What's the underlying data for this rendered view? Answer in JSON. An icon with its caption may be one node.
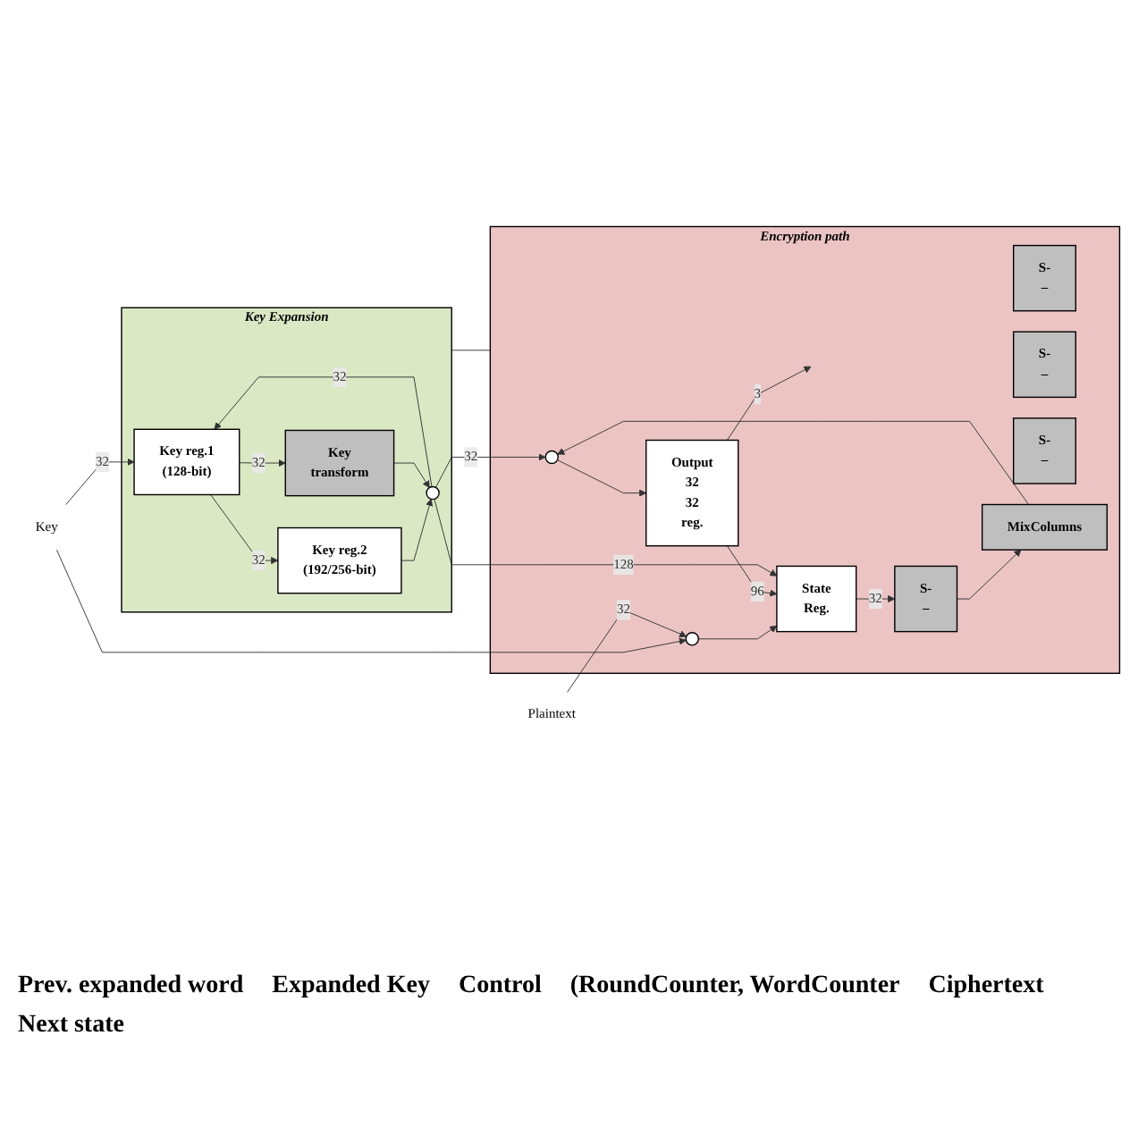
{
  "diagram": {
    "nodes": [
      {
        "text": [
          "Key Expansion"
        ]
      },
      {
        "text": [
          "Key reg.1",
          "(128-bit)"
        ],
        "in": 0
      },
      {
        "text": [
          "Key reg.2",
          "(192/256-bit)"
        ],
        "in": 0
      },
      {
        "text": [],
        "shape": "circle",
        "in": 0
      },
      {
        "text": [
          "Key",
          "transform"
        ],
        "in": 0
      },
      {
        "text": [
          "Encryption path"
        ]
      },
      {
        "text": [],
        "shape": "circle",
        "in": 5
      },
      {
        "text": [
          "State",
          "Reg."
        ],
        "in": 5
      },
      {
        "text": [
          "S-",
          "–"
        ],
        "in": 5
      },
      {
        "text": [
          "S-",
          "–"
        ],
        "in": 5
      },
      {
        "text": [
          "S-",
          "–"
        ],
        "in": 5
      },
      {
        "text": [
          "S-",
          "–"
        ],
        "in": 5
      },
      {
        "text": [
          "MixColumns"
        ],
        "in": 5
      },
      {
        "text": [],
        "shape": "circle",
        "in": 5
      },
      {
        "text": [
          "Output",
          "32",
          "32",
          "reg."
        ],
        "in": 5
      },
      {
        "text": [
          "Key"
        ]
      },
      {
        "text": [
          "Plaintext"
        ]
      }
    ],
    "edges": [
      {
        "from": 15,
        "to": 1,
        "label": "32",
        "arrow": "to"
      },
      {
        "from": 1,
        "to": 2,
        "label": "32",
        "arrow": "to"
      },
      {
        "from": 1,
        "to": 4,
        "label": "32",
        "arrow": "to"
      },
      {
        "from": 2,
        "to": 3,
        "arrow": "to"
      },
      {
        "from": 4,
        "to": 3,
        "arrow": "to"
      },
      {
        "from": 3,
        "to": 1,
        "label": "32",
        "arrow": "to"
      },
      {
        "from": 15,
        "to": 6,
        "arrow": "to"
      },
      {
        "from": 0,
        "to": 5,
        "arrow": "none"
      },
      {
        "from": 3,
        "to": 13,
        "label": "32",
        "arrow": "to"
      },
      {
        "from": 16,
        "to": 6,
        "label": "32",
        "arrow": "to"
      },
      {
        "from": 6,
        "to": 7,
        "arrow": "to"
      },
      {
        "from": 7,
        "to": 10,
        "label": "32",
        "arrow": "to"
      },
      {
        "from": 10,
        "to": 12,
        "arrow": "to"
      },
      {
        "from": 12,
        "to": 13,
        "arrow": "to"
      },
      {
        "from": 13,
        "to": 14,
        "arrow": "to"
      },
      {
        "from": 14,
        "to": null,
        "label": "3",
        "arrow": "to"
      },
      {
        "from": 14,
        "to": 7,
        "label": "96",
        "arrow": "to"
      },
      {
        "from": 3,
        "to": 7,
        "label": "128",
        "arrow": "to"
      }
    ],
    "labels": [
      "Prev. expanded word",
      "Expanded Key",
      "Control",
      "(RoundCounter, WordCounter",
      "Ciphertext",
      "Next state"
    ]
  }
}
